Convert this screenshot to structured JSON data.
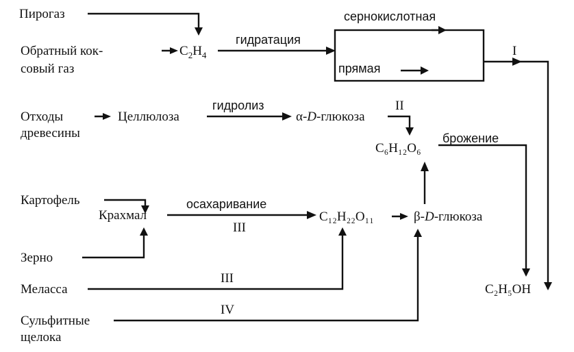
{
  "sources": {
    "pirogas": "Пирогаз",
    "coke_gas_1": "Обратный кок-",
    "coke_gas_2": "совый газ",
    "wood_1": "Отходы",
    "wood_2": "древесины",
    "potato": "Картофель",
    "grain": "Зерно",
    "molasses": "Меласса",
    "sulfite_1": "Сульфитные",
    "sulfite_2": "щелока"
  },
  "intermediates": {
    "ethylene_main": "C",
    "ethylene_sub1": "2",
    "ethylene_mid": "H",
    "ethylene_sub2": "4",
    "cellulose": "Целлюлоза",
    "alpha_glucose_prefix": "α-",
    "alpha_glucose_d": "D",
    "alpha_glucose_suffix": "-глюкоза",
    "starch": "Крахмал",
    "sucrose": "C₁₂H₂₂O₁₁",
    "beta_glucose_prefix": "β-",
    "beta_glucose_d": "D",
    "beta_glucose_suffix": "-глюкоза",
    "glucose_formula": "C₆H₁₂O₆",
    "ethanol": "C₂H₅OH"
  },
  "process_labels": {
    "hydration": "гидратация",
    "sulfuric": "сернокислотная",
    "direct": "прямая",
    "hydrolysis": "гидролиз",
    "saccharification": "осахаривание",
    "fermentation": "брожение"
  },
  "route_numbers": {
    "route_I": "I",
    "route_II": "II",
    "route_III_a": "III",
    "route_III_b": "III",
    "route_IV": "IV"
  },
  "colors": {
    "ink": "#111111",
    "background": "#ffffff"
  }
}
